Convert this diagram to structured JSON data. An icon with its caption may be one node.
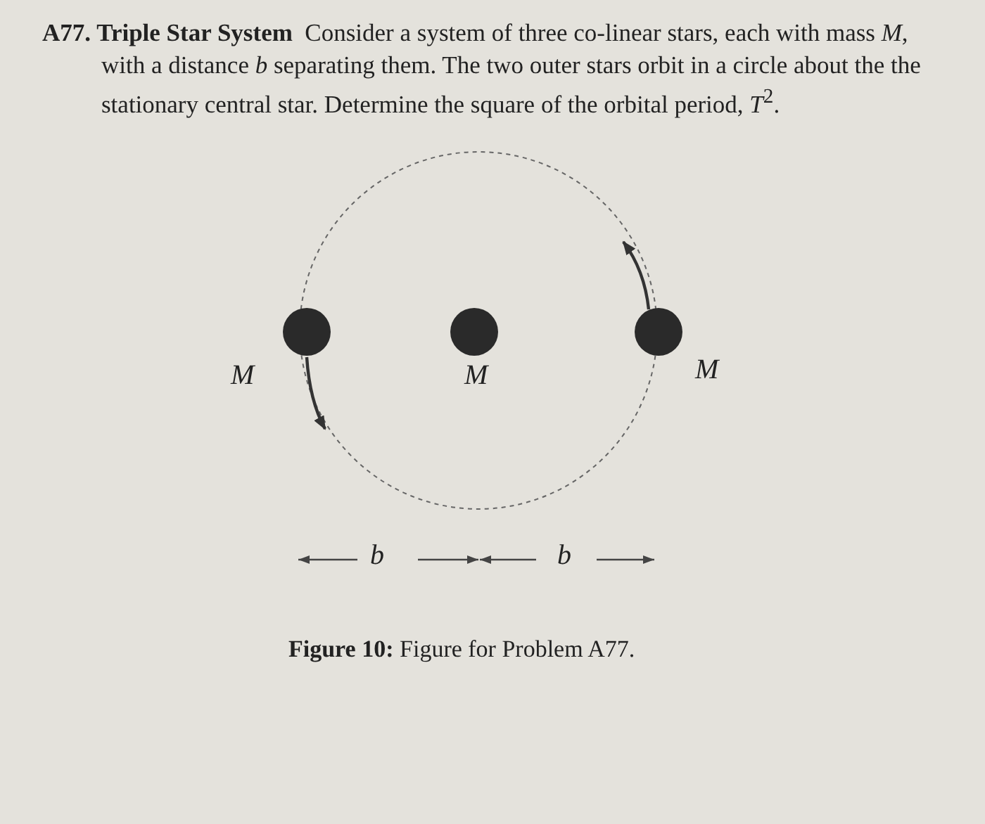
{
  "diagram": {
    "title": "A77. Triple Star System",
    "caption": "**Figure 10:** Figure for Problem A77.",
    "nodes": [
      {
        "text": [],
        "shape": "circle",
        "beside": [
          "M"
        ]
      },
      {
        "text": [],
        "shape": "circle",
        "beside": [
          "M"
        ]
      },
      {
        "text": [],
        "shape": "circle",
        "beside": [
          "M"
        ]
      }
    ],
    "edges": [],
    "labels": [
      "Consider a system of three co-linear stars, each with mass *M*, with a distance *b* separating them. The two outer stars orbit in a circle about the the stationary central star. Determine the square of the orbital period, *T*$^{2}$.",
      "b",
      "b"
    ]
  }
}
